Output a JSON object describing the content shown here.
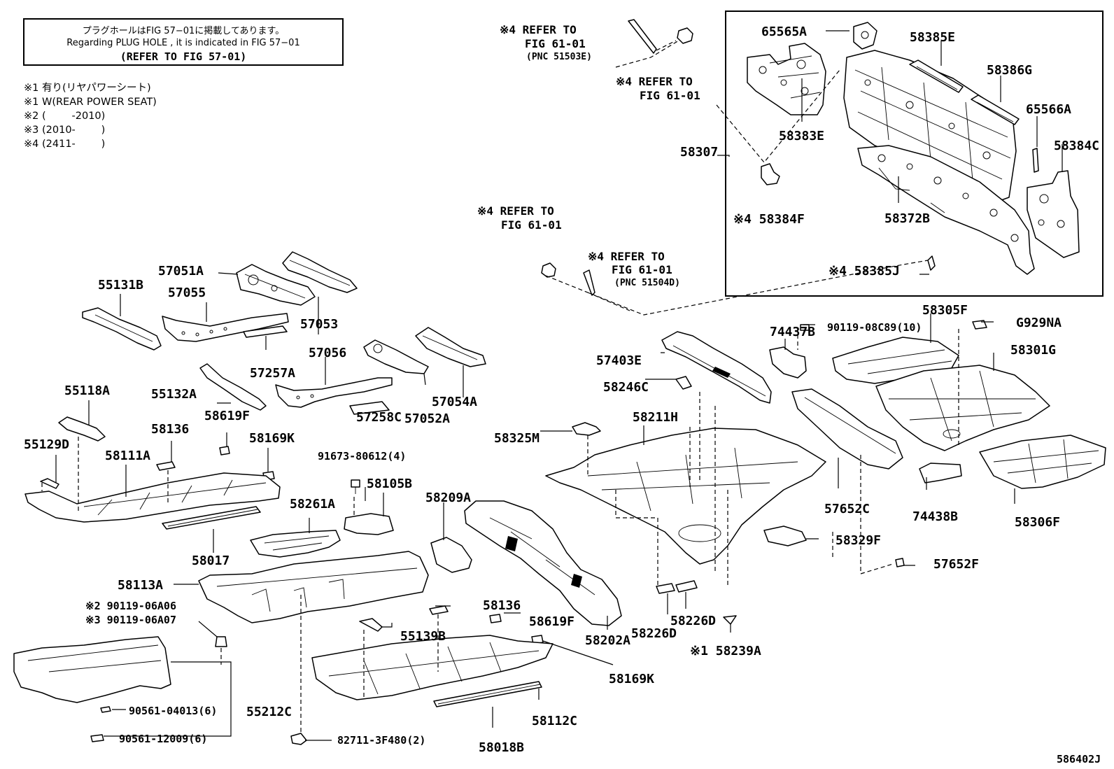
{
  "notice": {
    "line1": "プラグホールはFIG 57−01に掲載してあります。",
    "line2": "Regarding  PLUG  HOLE , it is indicated in FIG  57−01",
    "line3": "(REFER TO FIG 57-01)"
  },
  "legend": [
    "※1 有り(リヤパワーシート)",
    "※1 W(REAR POWER SEAT)",
    "※2 (        -2010)",
    "※3 (2010-        )",
    "※4 (2411-        )"
  ],
  "refer_notes": {
    "ref1": {
      "l1": "※4 REFER TO",
      "l2": "FIG 61-01",
      "l3": "(PNC 51503E)"
    },
    "ref2": {
      "l1": "※4 REFER TO",
      "l2": "FIG 61-01"
    },
    "ref3": {
      "l1": "※4 REFER TO",
      "l2": "FIG 61-01"
    },
    "ref4": {
      "l1": "※4 REFER TO",
      "l2": "FIG 61-01",
      "l3": "(PNC 51504D)"
    }
  },
  "part_labels": {
    "p65565A": "65565A",
    "p58385E": "58385E",
    "p58386G": "58386G",
    "p65566A": "65566A",
    "p58383E": "58383E",
    "p58307": "58307",
    "p58384C": "58384C",
    "p58384F": "※4 58384F",
    "p58372B": "58372B",
    "p58385J": "※4 58385J",
    "p57051A": "57051A",
    "p55131B": "55131B",
    "p57055": "57055",
    "p57053": "57053",
    "p57257A": "57257A",
    "p57056": "57056",
    "p55118A": "55118A",
    "p55132A": "55132A",
    "p58136a": "58136",
    "p58619Fa": "58619F",
    "p58169Ka": "58169K",
    "p55129D": "55129D",
    "p58111A": "58111A",
    "p57054A": "57054A",
    "p57052A": "57052A",
    "p57258C": "57258C",
    "p91673": "91673-80612(4)",
    "p58105B": "58105B",
    "p58261A": "58261A",
    "p58017": "58017",
    "p58209A": "58209A",
    "p58113A": "58113A",
    "p90119a": "※2 90119-06A06",
    "p90119b": "※3 90119-06A07",
    "p58136b": "58136",
    "p58619Fb": "58619F",
    "p55139B": "55139B",
    "p58202A": "58202A",
    "p58169Kb": "58169K",
    "p55212C": "55212C",
    "p90561a": "90561-04013(6)",
    "p90561b": "90561-12009(6)",
    "p58112C": "58112C",
    "p82711": "82711-3F480(2)",
    "p58018B": "58018B",
    "p74437B": "74437B",
    "p90119c": "90119-08C89(10)",
    "p58305F": "58305F",
    "pG929NA": "G929NA",
    "p57403E": "57403E",
    "p58301G": "58301G",
    "p58246C": "58246C",
    "p58211H": "58211H",
    "p58325M": "58325M",
    "p57652C": "57652C",
    "p74438B": "74438B",
    "p58306F": "58306F",
    "p58329F": "58329F",
    "p57652F": "57652F",
    "p58226Da": "58226D",
    "p58226Db": "58226D",
    "p58239A": "※1 58239A"
  },
  "diagram_id": "586402J"
}
